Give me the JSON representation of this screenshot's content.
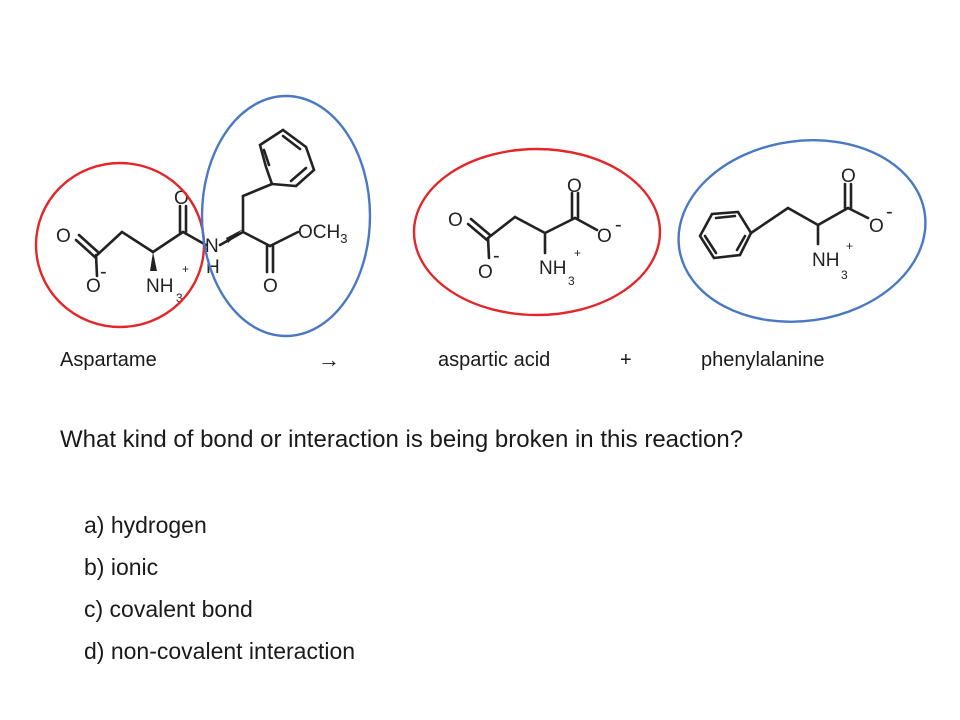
{
  "structures": {
    "aspartame": {
      "atoms": {
        "o_carbonyl1": "O",
        "o_carbonyl2": "O",
        "o_minus": "O",
        "nh": "NH",
        "n_amide": "N",
        "h_amide": "H",
        "och3": "OCH",
        "o_ester": "O"
      },
      "charges": {
        "minus": "-",
        "plus": "+",
        "sub3": "3",
        "sub3_och3": "3"
      }
    },
    "aspartic_acid": {
      "atoms": {
        "o_top": "O",
        "o_left": "O",
        "o_right": "O",
        "o_bottom": "O",
        "nh": "NH"
      },
      "charges": {
        "minus_left": "-",
        "minus_right": "-",
        "plus": "+",
        "sub3": "3"
      }
    },
    "phenylalanine": {
      "atoms": {
        "o_top": "O",
        "o_right": "O",
        "nh": "NH"
      },
      "charges": {
        "minus": "-",
        "plus": "+",
        "sub3": "3"
      }
    },
    "circle_colors": {
      "red": "#e3262a",
      "blue": "#4a78c2"
    }
  },
  "captions": {
    "aspartame": "Aspartame",
    "arrow": "→",
    "aspartic_acid": "aspartic acid",
    "plus": "+",
    "phenylalanine": "phenylalanine"
  },
  "question": "What kind of bond or interaction is being broken in this reaction?",
  "options": [
    "a) hydrogen",
    "b) ionic",
    "c) covalent bond",
    "d) non-covalent interaction"
  ]
}
